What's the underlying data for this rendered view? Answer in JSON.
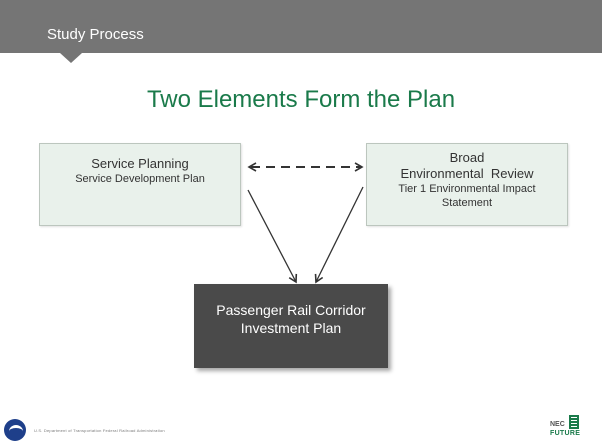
{
  "header": {
    "title": "Study Process"
  },
  "slide": {
    "title": "Two Elements Form the Plan"
  },
  "boxes": {
    "left": {
      "line1": "Service Planning",
      "line2": "Service Development Plan"
    },
    "right": {
      "line1": "Broad",
      "line2": "Environmental  Review",
      "line3": "Tier 1 Environmental Impact",
      "line4": "Statement"
    },
    "center": {
      "line1": "Passenger Rail Corridor",
      "line2": "Investment Plan"
    }
  },
  "footer": {
    "left_text": "U.S. Department of Transportation Federal Railroad Administration",
    "logo_nec": "NEC",
    "logo_future": "FUTURE"
  },
  "colors": {
    "header_bg": "#757575",
    "title_green": "#1a7a4a",
    "box_fill": "#e9f1eb",
    "center_fill": "#4a4a4a"
  }
}
